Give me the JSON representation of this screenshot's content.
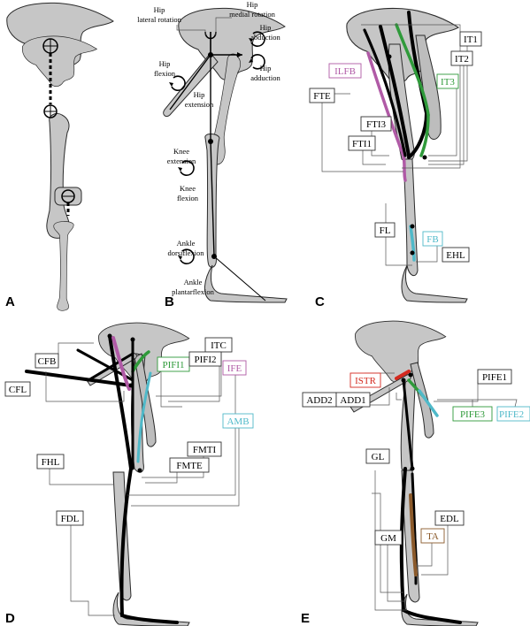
{
  "panels": {
    "A": {
      "letter": "A"
    },
    "B": {
      "letter": "B",
      "labels": {
        "hip_lateral_rotation_1": "Hip",
        "hip_lateral_rotation_2": "lateral rotation",
        "hip_medial_rotation_1": "Hip",
        "hip_medial_rotation_2": "medial rotation",
        "hip_abduction_1": "Hip",
        "hip_abduction_2": "abduction",
        "hip_adduction_1": "Hip",
        "hip_adduction_2": "adduction",
        "hip_flexion_1": "Hip",
        "hip_flexion_2": "flexion",
        "hip_extension_1": "Hip",
        "hip_extension_2": "extension",
        "knee_extension_1": "Knee",
        "knee_extension_2": "extension",
        "knee_flexion_1": "Knee",
        "knee_flexion_2": "flexion",
        "ankle_dorsiflexion_1": "Ankle",
        "ankle_dorsiflexion_2": "dorsiflexion",
        "ankle_plantarflexion_1": "Ankle",
        "ankle_plantarflexion_2": "plantarflexion"
      }
    },
    "C": {
      "letter": "C",
      "muscles": {
        "IT1": "IT1",
        "IT2": "IT2",
        "IT3": "IT3",
        "ILFB": "ILFB",
        "FTE": "FTE",
        "FTI3": "FTI3",
        "FTI1": "FTI1",
        "FL": "FL",
        "FB": "FB",
        "EHL": "EHL"
      }
    },
    "D": {
      "letter": "D",
      "muscles": {
        "CFB": "CFB",
        "CFL": "CFL",
        "ITC": "ITC",
        "PIFI1": "PIFI1",
        "PIFI2": "PIFI2",
        "IFE": "IFE",
        "AMB": "AMB",
        "FHL": "FHL",
        "FDL": "FDL",
        "FMTI": "FMTI",
        "FMTE": "FMTE"
      }
    },
    "E": {
      "letter": "E",
      "muscles": {
        "ISTR": "ISTR",
        "ADD2": "ADD2",
        "ADD1": "ADD1",
        "PIFE1": "PIFE1",
        "PIFE3": "PIFE3",
        "PIFE2": "PIFE2",
        "GL": "GL",
        "EDL": "EDL",
        "GM": "GM",
        "TA": "TA"
      }
    }
  },
  "colors": {
    "bone": "#c6c6c6",
    "purple": "#b05aa6",
    "green": "#2f9a3a",
    "cyan": "#4fb9c9",
    "red": "#d42a1f",
    "brown": "#8b5a2b",
    "black": "#000000"
  }
}
